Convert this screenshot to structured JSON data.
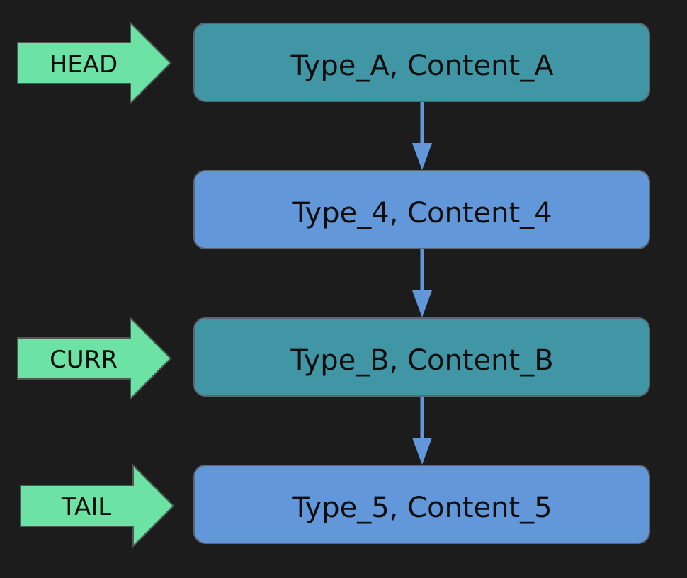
{
  "colors": {
    "background": "#1c1c1c",
    "highlighted_node": "#4196a6",
    "normal_node": "#6298da",
    "node_border": "#5c6670",
    "pointer_fill": "#6ce2a4",
    "pointer_border": "#4a5a52",
    "connector": "#6298da"
  },
  "nodes": [
    {
      "label": "Type_A, Content_A",
      "highlighted": true
    },
    {
      "label": "Type_4, Content_4",
      "highlighted": false
    },
    {
      "label": "Type_B, Content_B",
      "highlighted": true
    },
    {
      "label": "Type_5, Content_5",
      "highlighted": false
    }
  ],
  "pointers": [
    {
      "label": "HEAD",
      "target": 0
    },
    {
      "label": "CURR",
      "target": 2
    },
    {
      "label": "TAIL",
      "target": 3
    }
  ]
}
